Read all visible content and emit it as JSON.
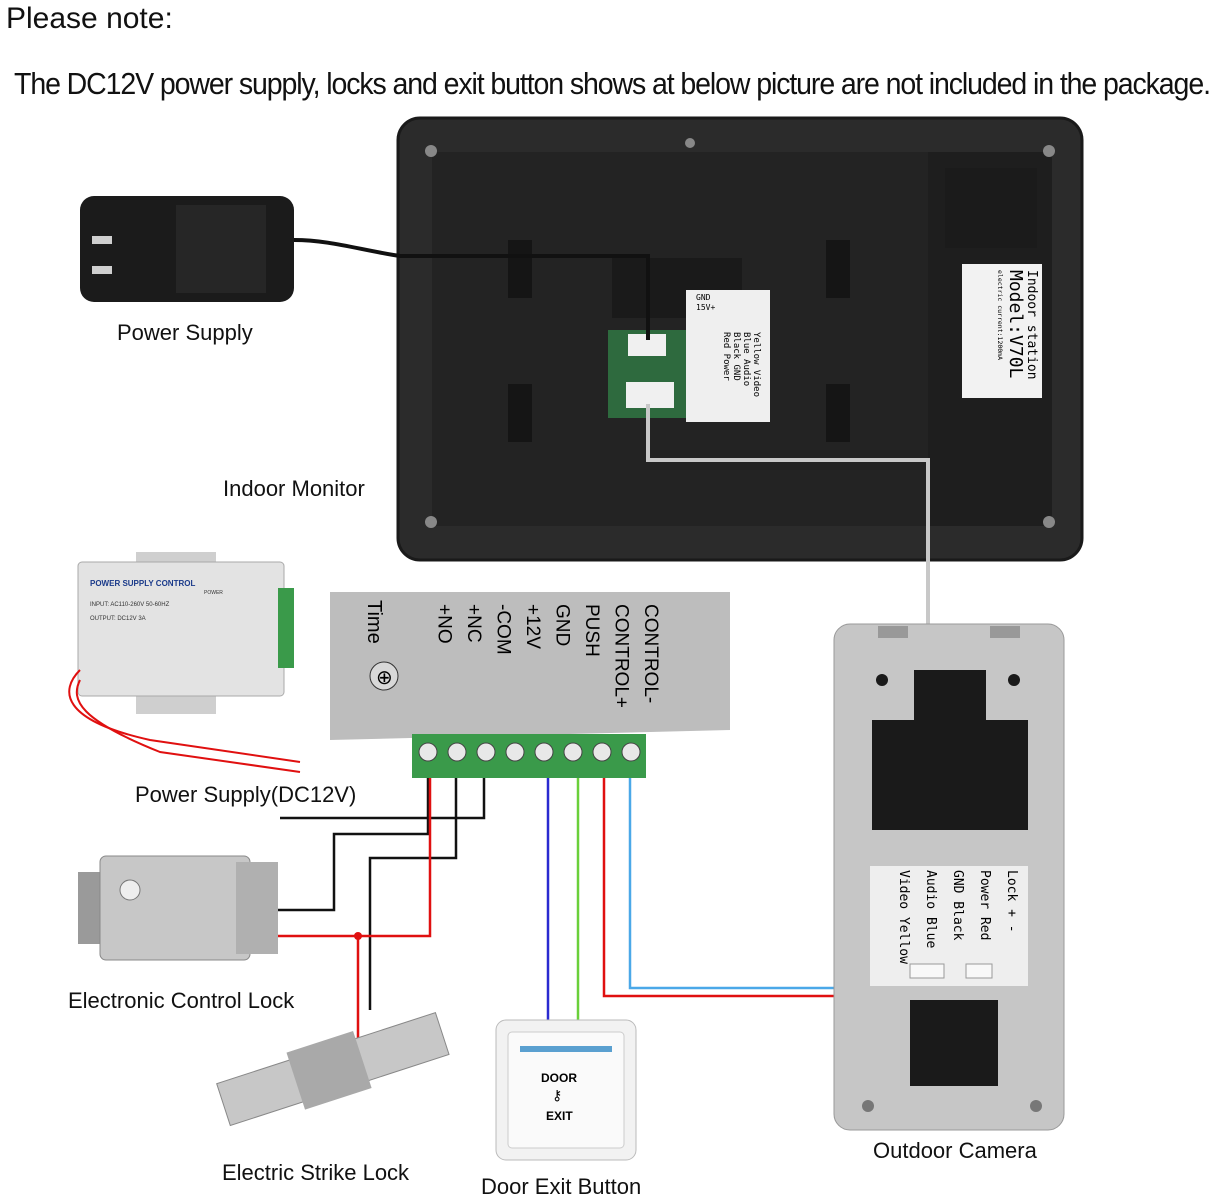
{
  "note": {
    "title": "Please note:",
    "text": "The DC12V power supply, locks and exit button shows at below picture are not included in the package."
  },
  "labels": {
    "power_supply": "Power Supply",
    "indoor_monitor": "Indoor Monitor",
    "power_supply_dc12v": "Power Supply(DC12V)",
    "electronic_control_lock": "Electronic Control Lock",
    "electric_strike_lock": "Electric Strike Lock",
    "door_exit_button": "Door Exit Button",
    "outdoor_camera": "Outdoor Camera"
  },
  "monitor_sticker": {
    "line1": "Indoor station",
    "line2": "Model:V70L",
    "line3": "electric current:1200mA"
  },
  "monitor_port_label": {
    "gnd": "GND",
    "v15": "15V+",
    "rows": [
      "Yellow Video",
      "Blue Audio",
      "Black GND",
      "Red Power"
    ]
  },
  "control_box": {
    "terminals": [
      "CONTROL-",
      "CONTROL+",
      "PUSH",
      "GND",
      "+12V",
      "-COM",
      "+NC",
      "+NO"
    ],
    "time_label": "Time"
  },
  "psu_small": {
    "title": "POWER SUPPLY CONTROL",
    "input": "INPUT: AC110-260V 50-60HZ",
    "output": "OUTPUT: DC12V 3A",
    "power": "POWER"
  },
  "exit_button": {
    "door": "DOOR",
    "exit": "EXIT"
  },
  "camera_panel": {
    "rows": [
      "Lock + -",
      "Power Red",
      "GND Black",
      "Audio Blue",
      "Video Yellow"
    ]
  },
  "colors": {
    "wire_black": "#111111",
    "wire_red": "#e01010",
    "wire_blue": "#2a2ad0",
    "wire_green": "#6ad03a",
    "wire_lightblue": "#4aa8e8",
    "wire_gray": "#c8c8c8",
    "monitor_body": "#2b2b2b",
    "terminal_green": "#3a9a4a"
  }
}
